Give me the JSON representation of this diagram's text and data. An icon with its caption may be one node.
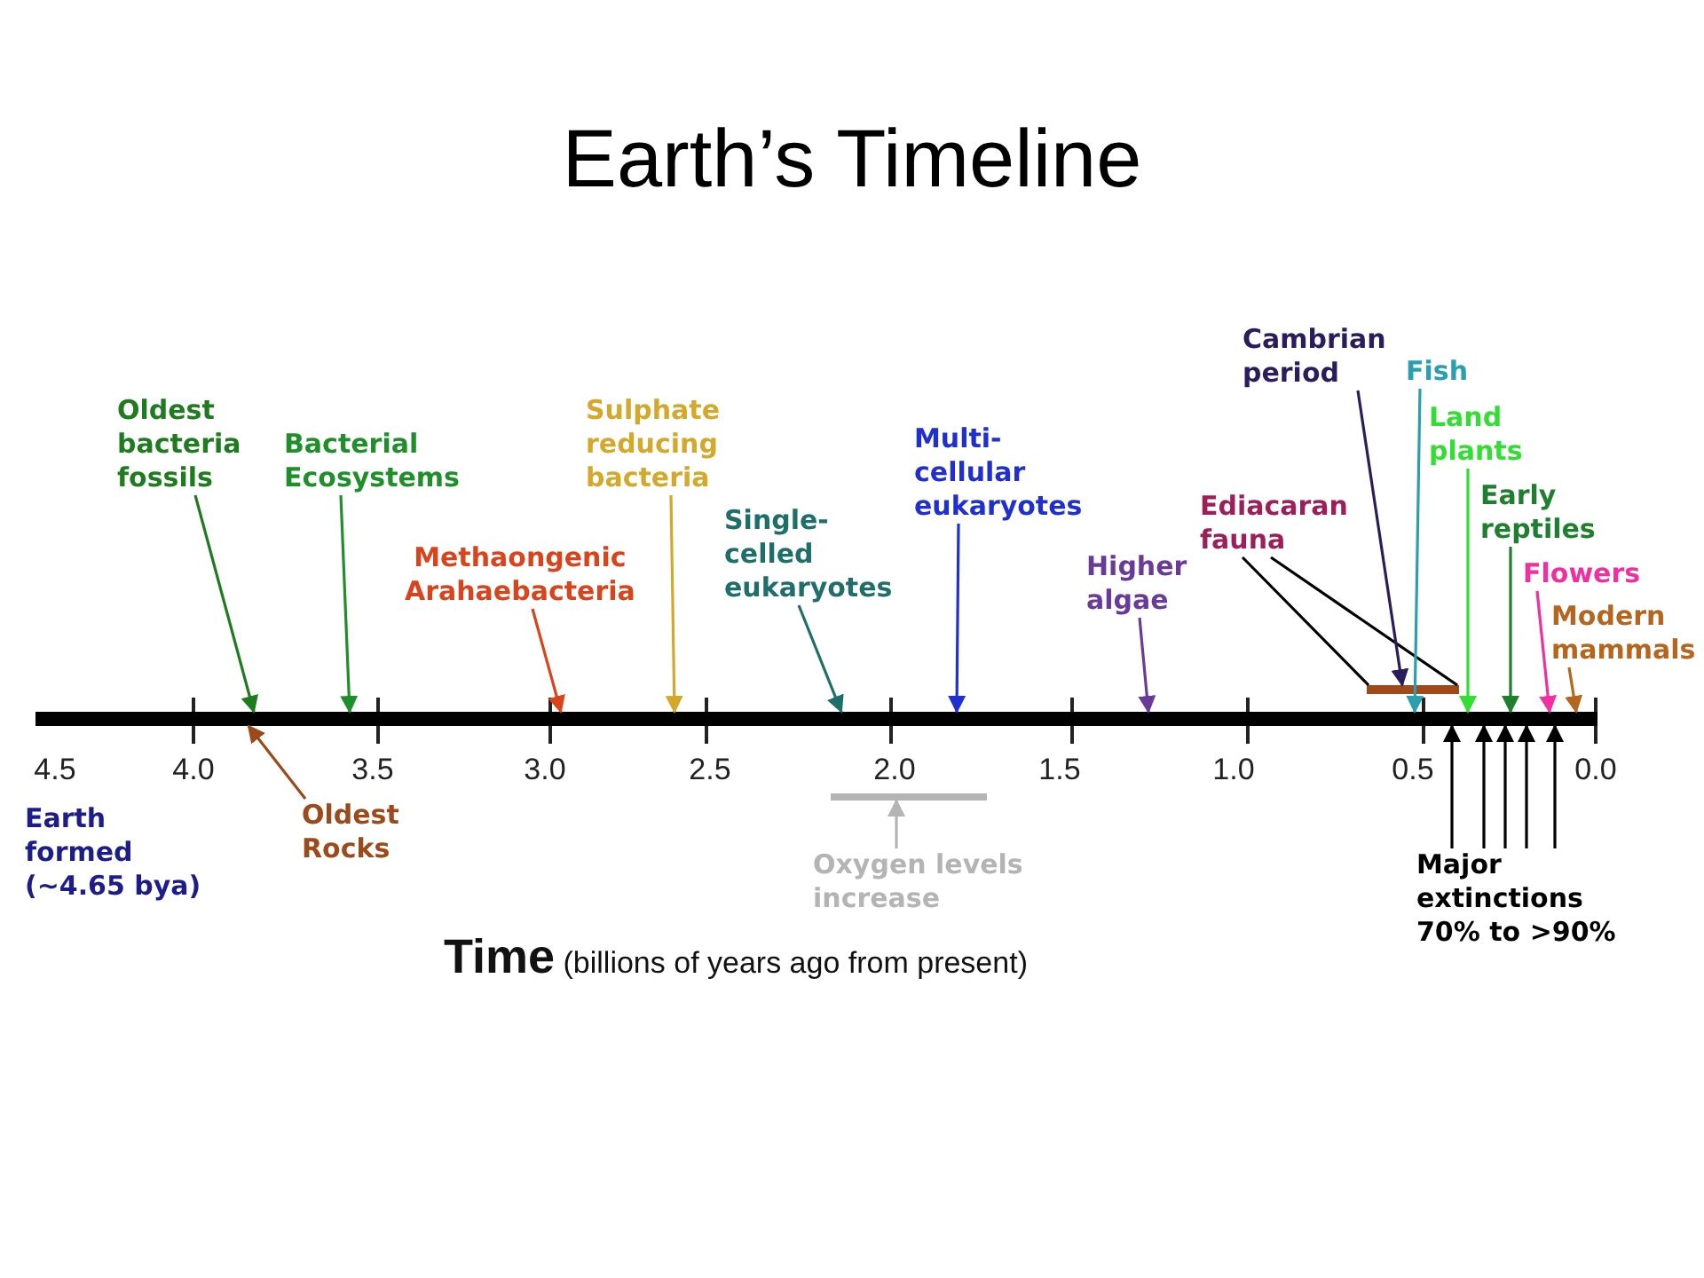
{
  "diagram": {
    "title": "Earth’s Timeline",
    "nodes": [
      {
        "text": [
          "Oldest bacteria fossils"
        ]
      },
      {
        "text": [
          "Bacterial Ecosystems"
        ]
      },
      {
        "text": [
          "Methaongenic Arahaebacteria"
        ]
      },
      {
        "text": [
          "Sulphate reducing bacteria"
        ]
      },
      {
        "text": [
          "Single- celled eukaryotes"
        ]
      },
      {
        "text": [
          "Multi- cellular eukaryotes"
        ]
      },
      {
        "text": [
          "Higher algae"
        ]
      },
      {
        "text": [
          "Ediacaran fauna"
        ]
      },
      {
        "text": [
          "Cambrian period"
        ]
      },
      {
        "text": [
          "Fish"
        ]
      },
      {
        "text": [
          "Land plants"
        ]
      },
      {
        "text": [
          "Early reptiles"
        ]
      },
      {
        "text": [
          "Flowers"
        ]
      },
      {
        "text": [
          "Modern mammals"
        ]
      },
      {
        "text": [],
        "shape": "bar"
      },
      {
        "text": [],
        "shape": "bar"
      },
      {
        "text": [
          "Oldest Rocks"
        ]
      },
      {
        "text": [],
        "shape": "bar"
      },
      {
        "text": [
          "Oxygen levels increase"
        ]
      },
      {
        "text": [
          "Major extinctions 70% to >90%"
        ]
      }
    ],
    "edges": [
      {
        "from": 0,
        "to": 15,
        "arrow": "to",
        "color": "#1e7b1e"
      },
      {
        "from": 1,
        "to": 15,
        "arrow": "to",
        "color": "#1f8f2a"
      },
      {
        "from": 2,
        "to": 15,
        "arrow": "to",
        "color": "#d9441c"
      },
      {
        "from": 3,
        "to": 15,
        "arrow": "to",
        "color": "#d4a82a"
      },
      {
        "from": 4,
        "to": 15,
        "arrow": "to",
        "color": "#1e6f6a"
      },
      {
        "from": 5,
        "to": 15,
        "arrow": "to",
        "color": "#1f2fd0"
      },
      {
        "from": 6,
        "to": 15,
        "arrow": "to",
        "color": "#6a3a9a"
      },
      {
        "from": 7,
        "to": 14,
        "arrow": "none"
      },
      {
        "from": 7,
        "to": 14,
        "arrow": "none"
      },
      {
        "from": 8,
        "to": 14,
        "arrow": "to",
        "color": "#2b1d5c"
      },
      {
        "from": 9,
        "to": 15,
        "arrow": "to",
        "color": "#2a9fb0"
      },
      {
        "from": 10,
        "to": 15,
        "arrow": "to",
        "color": "#33dd33"
      },
      {
        "from": 11,
        "to": 15,
        "arrow": "to",
        "color": "#1e7f2e"
      },
      {
        "from": 12,
        "to": 15,
        "arrow": "to",
        "color": "#f030a0"
      },
      {
        "from": 13,
        "to": 15,
        "arrow": "to",
        "color": "#b5651d"
      },
      {
        "from": 16,
        "to": 15,
        "arrow": "to",
        "color": "#9c4a1a"
      },
      {
        "from": 18,
        "to": 17,
        "arrow": "to",
        "color": "#b4b4b4"
      },
      {
        "from": 19,
        "to": 15,
        "arrow": "to"
      },
      {
        "from": 19,
        "to": 15,
        "arrow": "to"
      },
      {
        "from": 19,
        "to": 15,
        "arrow": "to"
      },
      {
        "from": 19,
        "to": 15,
        "arrow": "to"
      },
      {
        "from": 19,
        "to": 15,
        "arrow": "to"
      }
    ],
    "labels": [
      "4.5",
      "4.0",
      "3.5",
      "3.0",
      "2.5",
      "2.0",
      "1.5",
      "1.0",
      "0.5",
      "0.0",
      "Earth formed (~4.65 bya)",
      "**Time** (billions of years ago from present)"
    ]
  }
}
